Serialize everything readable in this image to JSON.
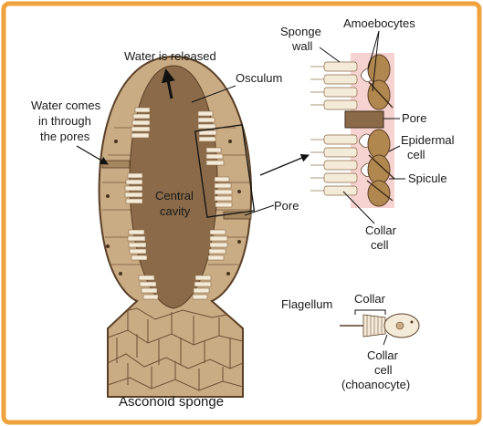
{
  "diagram": {
    "caption": "Asconoid sponge",
    "labels": {
      "water_released": "Water is released",
      "osculum": "Osculum",
      "water_in_1": "Water comes",
      "water_in_2": "in through",
      "water_in_3": "the pores",
      "central_1": "Central",
      "central_2": "cavity",
      "pore_main": "Pore",
      "sponge_wall_1": "Sponge",
      "sponge_wall_2": "wall",
      "amoebocytes": "Amoebocytes",
      "pore_detail": "Pore",
      "epidermal_1": "Epidermal",
      "epidermal_2": "cell",
      "spicule": "Spicule",
      "collar_cell_1": "Collar",
      "collar_cell_2": "cell",
      "flagellum": "Flagellum",
      "collar": "Collar",
      "choano_1": "Collar",
      "choano_2": "cell",
      "choano_3": "(choanocyte)"
    },
    "colors": {
      "frame": "#f0a23c",
      "body": "#c9ab84",
      "cavity": "#8a6a48",
      "outline": "#5a3f26",
      "cell": "#f4ead8",
      "pink": "#f6d3d0"
    }
  }
}
